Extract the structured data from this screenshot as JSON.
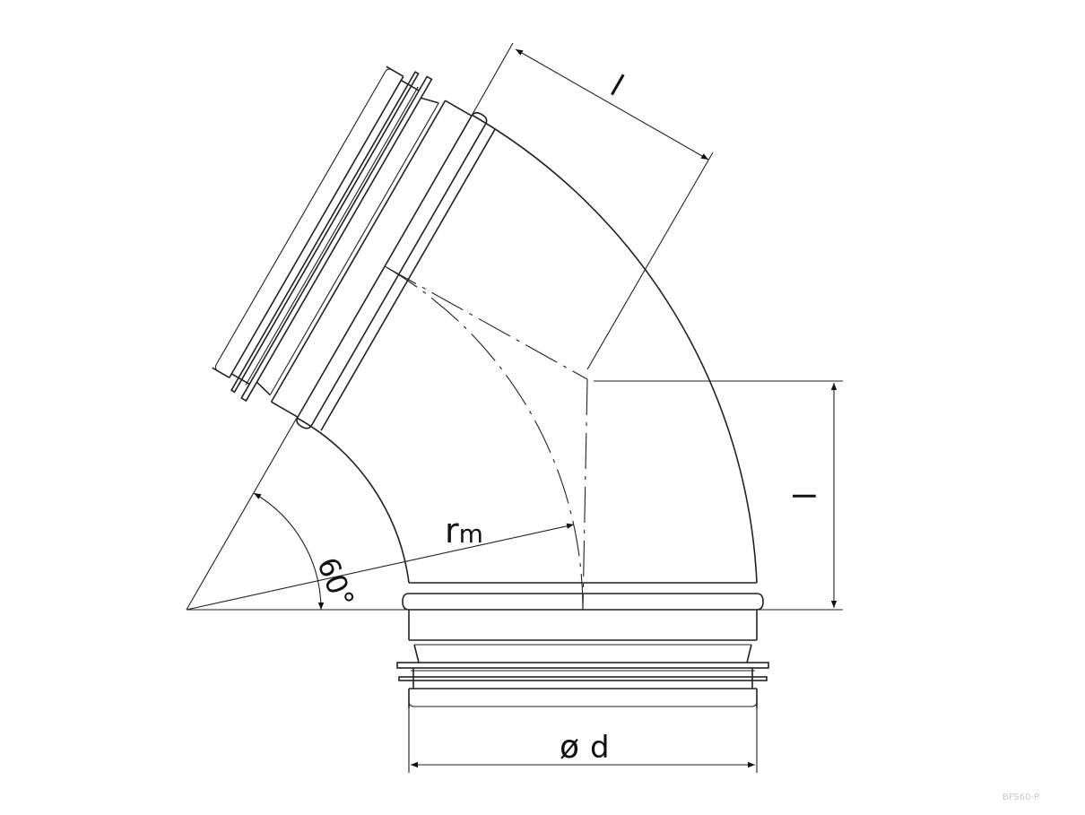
{
  "drawing": {
    "bend_angle_label": "60°",
    "radius_label_main": "r",
    "radius_label_sub": "m",
    "length_label_top": "l",
    "length_label_right": "l",
    "diameter_symbol": "ø",
    "diameter_label": "d",
    "drawing_code": "BFS60-P"
  }
}
